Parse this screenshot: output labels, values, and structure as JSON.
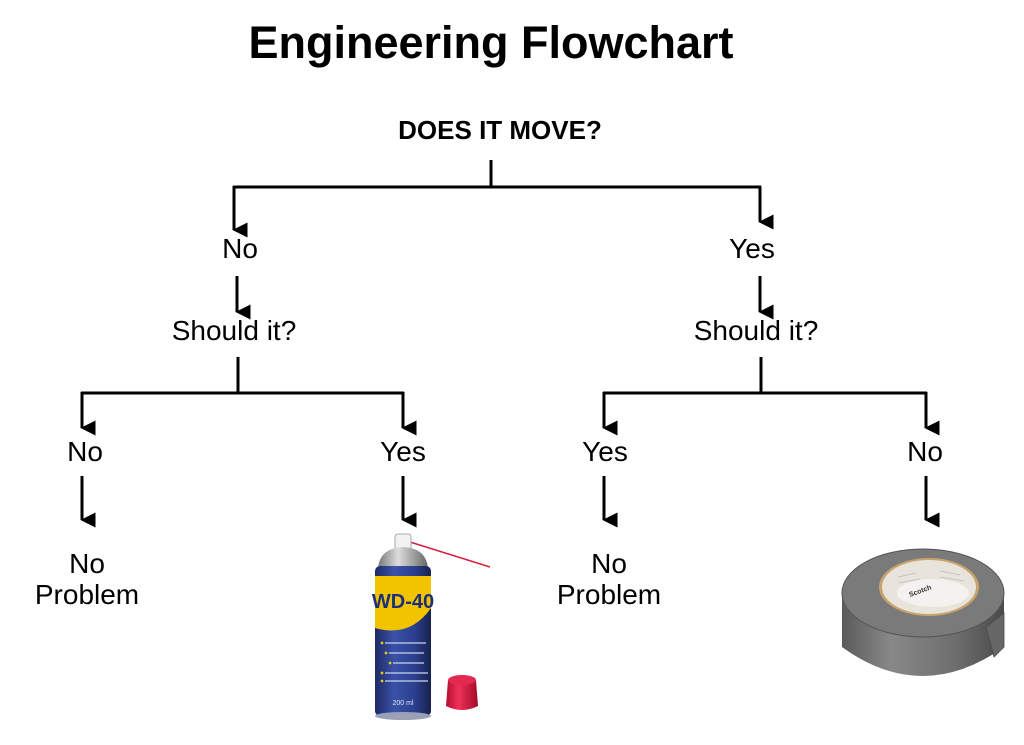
{
  "title": "Engineering Flowchart",
  "root_question": "DOES IT MOVE?",
  "branches": {
    "left": {
      "answer": "No",
      "question": "Should it?",
      "outcomes": [
        {
          "answer": "No",
          "result": "No Problem",
          "result_lines": [
            "No",
            "Problem"
          ]
        },
        {
          "answer": "Yes",
          "result": "WD-40",
          "result_image": "wd40-can-image"
        }
      ]
    },
    "right": {
      "answer": "Yes",
      "question": "Should it?",
      "outcomes": [
        {
          "answer": "Yes",
          "result": "No Problem",
          "result_lines": [
            "No",
            "Problem"
          ]
        },
        {
          "answer": "No",
          "result": "Duct Tape",
          "result_image": "duct-tape-roll-image"
        }
      ]
    }
  },
  "images": {
    "wd40": {
      "brand": "WD-40",
      "volume": "200 ml",
      "colors": {
        "blue": "#2b3f8f",
        "yellow": "#f2c400",
        "cap": "#e0193c",
        "straw": "#d8203a"
      }
    },
    "tape": {
      "label": "Scotch",
      "colors": {
        "tape": "#6e6e6e",
        "core": "#e8e4dc"
      }
    }
  }
}
